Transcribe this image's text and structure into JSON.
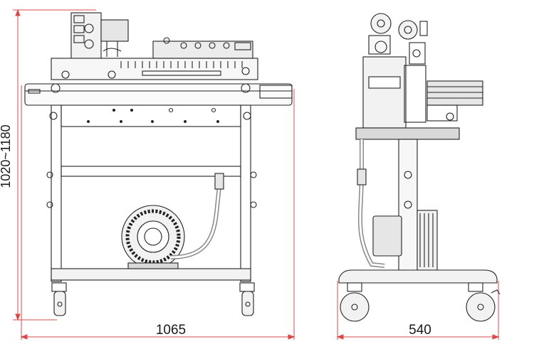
{
  "dimensions": {
    "height_range": "1020~1180",
    "width_front": "1065",
    "depth_side": "540"
  },
  "colors": {
    "line": "#222222",
    "dimension_line": "#d94a4a",
    "background": "#ffffff",
    "fill_light": "#f2f2f2",
    "fill_mid": "#d9d9d9"
  }
}
